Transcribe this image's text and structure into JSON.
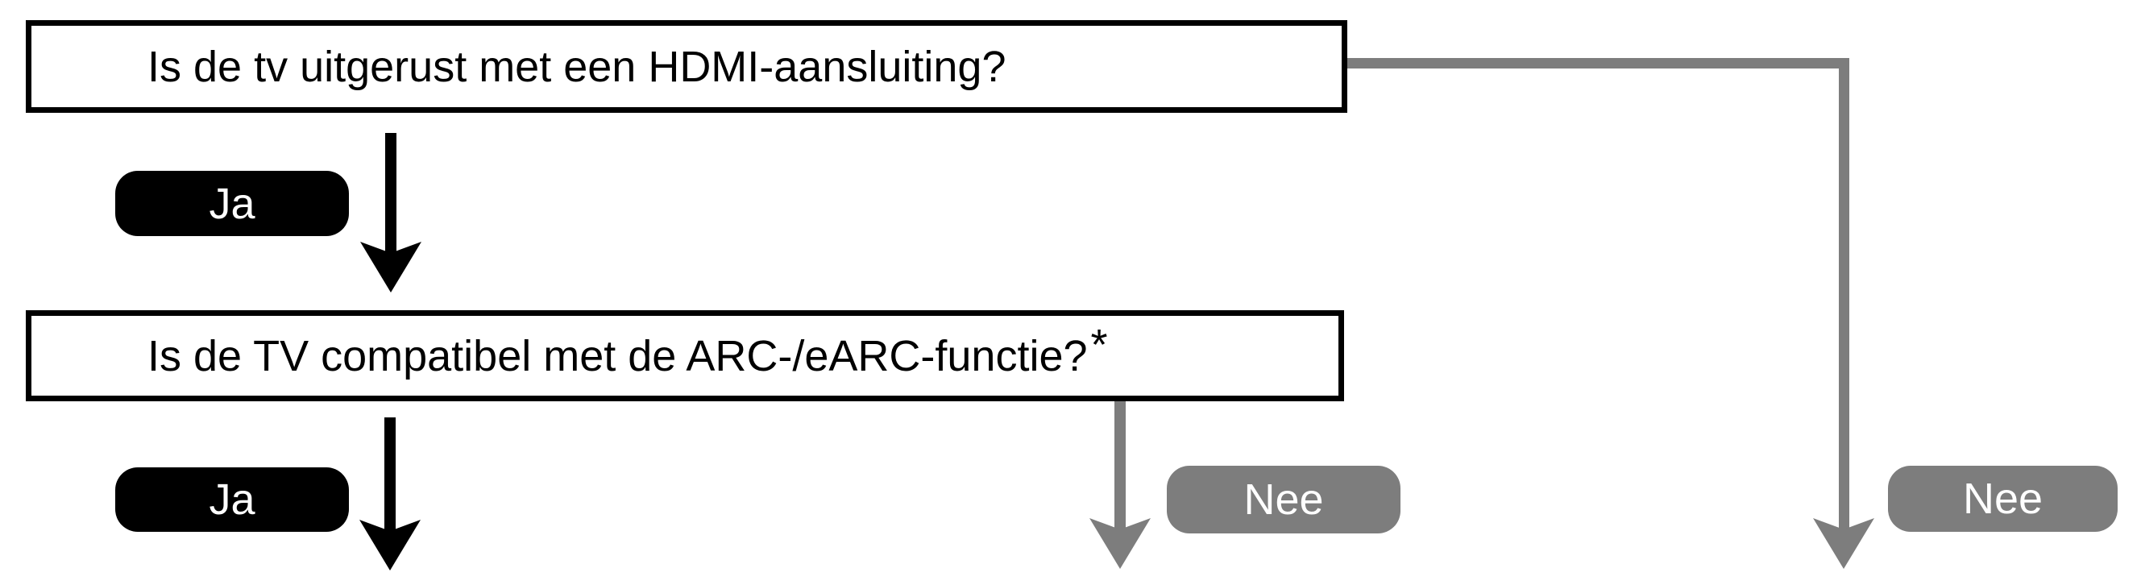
{
  "flowchart": {
    "questions": [
      {
        "id": "q1",
        "text": "Is de tv uitgerust met een HDMI-aansluiting?"
      },
      {
        "id": "q2",
        "text": "Is de TV compatibel met de ARC-/eARC-functie?",
        "footnote_marker": "*"
      }
    ],
    "branch_labels": {
      "yes_1": "Ja",
      "yes_2": "Ja",
      "no_1": "Nee",
      "no_2": "Nee"
    },
    "colors": {
      "background": "#ffffff",
      "box_border": "#000000",
      "box_text": "#000000",
      "yes_pill": "#000000",
      "no_pill": "#7d7d7d",
      "black_arrow": "#000000",
      "gray_connector": "#7d7d7d",
      "pill_text": "#ffffff"
    }
  }
}
